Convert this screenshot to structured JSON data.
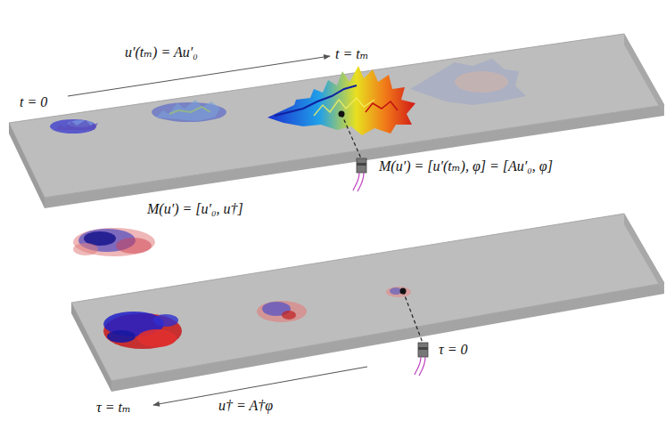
{
  "diagram": {
    "labels": [
      "t = 0",
      "u′(tₘ) = Au′₀",
      "t = tₘ",
      "M(u′) = [u′(tₘ), φ] = [Au′₀, φ]",
      "M(u′) = [u′₀, u†]",
      "τ = 0",
      "u† = A†φ",
      "τ = tₘ"
    ]
  }
}
